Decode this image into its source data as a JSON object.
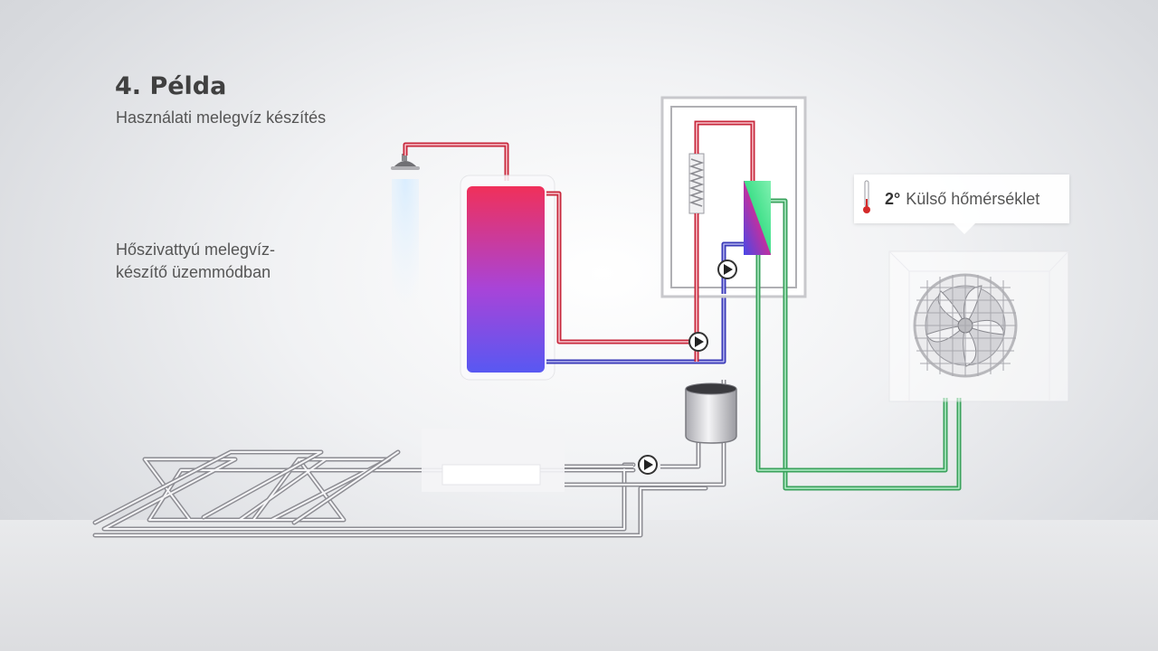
{
  "heading": {
    "title": "4. Példa",
    "subtitle": "Használati melegvíz készítés"
  },
  "mode": {
    "line1": "Hőszivattyú melegvíz-",
    "line2": "készítő üzemmódban"
  },
  "outdoor": {
    "value": "2°",
    "label": "Külső hőmérséklet"
  },
  "icons": {
    "shower": "shower-head-icon",
    "thermometer": "thermometer-icon",
    "pump": "circulation-pump-icon",
    "fan": "fan-icon"
  },
  "colors": {
    "hot_pipe": "#c8283c",
    "cold_pipe": "#3a3ab8",
    "refrigerant_pipe": "#3aa25c",
    "neutral_pipe": "#8e8e94",
    "tank_top": "#f0305a",
    "tank_bottom": "#5858f2"
  }
}
